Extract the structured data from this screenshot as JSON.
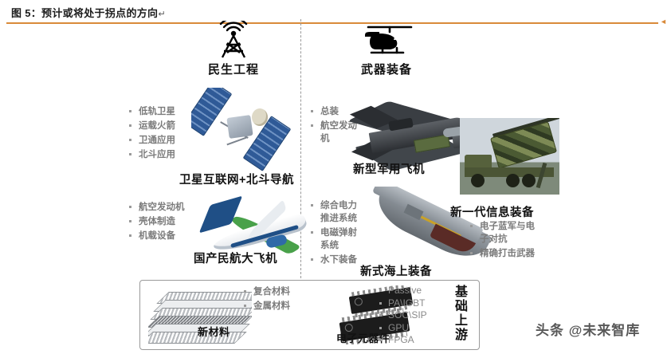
{
  "caption": {
    "text": "图 5：预计或将处于拐点的方向",
    "pilcrow": "↵",
    "rule_color": "#d98a3a"
  },
  "headers": [
    {
      "icon": "broadcast-tower-icon",
      "label": "民生工程"
    },
    {
      "icon": "helicopter-icon",
      "label": "武器装备"
    }
  ],
  "sections": [
    {
      "key": "satellite",
      "label": "卫星互联网+北斗导航",
      "image": "satellite-photo",
      "bullets": [
        "低轨卫星",
        "运载火箭",
        "卫通应用",
        "北斗应用"
      ]
    },
    {
      "key": "civil_aircraft",
      "label": "国产民航大飞机",
      "image": "civil-airliner-photo",
      "bullets": [
        "航空发动机",
        "壳体制造",
        "机载设备"
      ]
    },
    {
      "key": "military_aircraft",
      "label": "新型军用飞机",
      "image": "fighter-jet-photo",
      "bullets": [
        "总装",
        "航空发动\n机"
      ]
    },
    {
      "key": "naval",
      "label": "新式海上装备",
      "image": "aircraft-carrier-photo",
      "bullets": [
        "综合电力\n推进系统",
        "电磁弹射\n系统",
        "水下装备"
      ]
    },
    {
      "key": "information",
      "label": "新一代信息装备",
      "image": "radar-truck-photo",
      "bullets": [
        "电子蓝军与电\n子对抗",
        "精确打击武器"
      ]
    }
  ],
  "bottom": {
    "vertical_label": "基础上游",
    "materials": {
      "label": "新材料",
      "image": "laminate-material-photo",
      "bullets": [
        "复合材料",
        "金属材料"
      ]
    },
    "components": {
      "label": "电子元器件",
      "image": "ic-chip-photo",
      "bullets": [
        "Passive",
        "PA\\IGBT",
        "SOC\\SIP",
        "GPU",
        "FPGA"
      ]
    }
  },
  "watermark": "头条 @未来智库"
}
